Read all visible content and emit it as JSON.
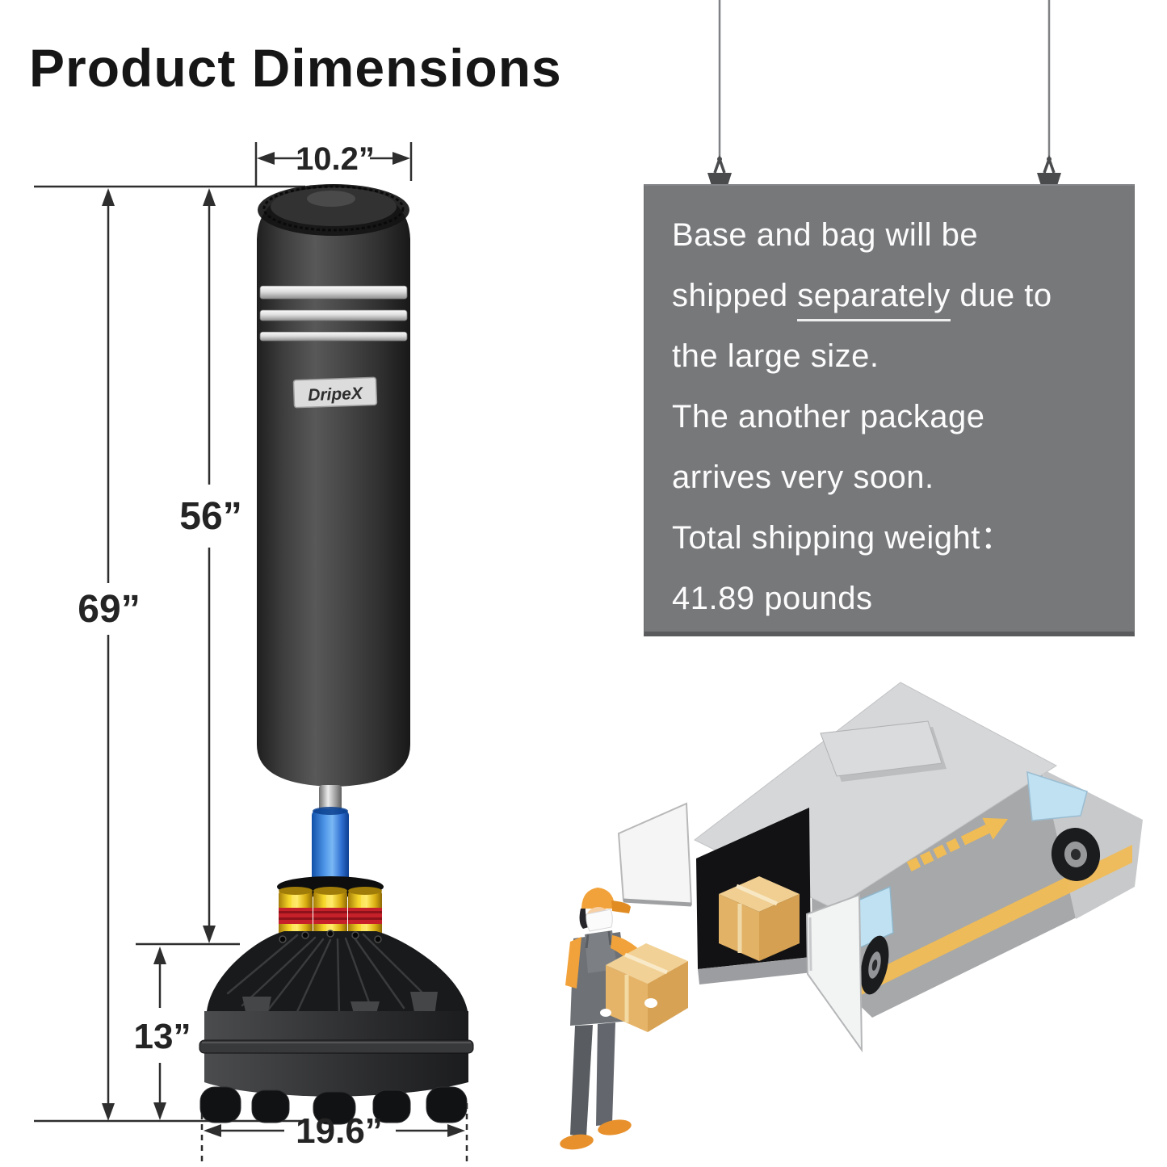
{
  "title": "Product Dimensions",
  "product": {
    "brand_label": "DripeX"
  },
  "dimensions": {
    "bag_width": "10.2”",
    "bag_height": "56”",
    "total_height": "69”",
    "base_height": "13”",
    "base_width": "19.6”"
  },
  "shipping_notice": {
    "lines": [
      [
        {
          "t": "Base and bag will be"
        }
      ],
      [
        {
          "t": "shipped "
        },
        {
          "t": "separately",
          "u": true
        },
        {
          "t": " due to"
        }
      ],
      [
        {
          "t": "the large size."
        }
      ],
      [
        {
          "t": "The another package"
        }
      ],
      [
        {
          "t": "arrives very soon."
        }
      ],
      [
        {
          "t": "Total shipping weight："
        }
      ],
      [
        {
          "t": "41.89 pounds"
        }
      ]
    ]
  },
  "colors": {
    "background": "#ffffff",
    "title_text": "#161616",
    "dimension_lines": "#2e2e2e",
    "sign_background": "#77787a",
    "sign_text": "#fcfcfd",
    "bag_body": "#3f3f3f",
    "bag_stripe_silver": "#d8d8d8",
    "tube_blue": "#4f97e8",
    "spring_gold": "#eec829",
    "spring_band_red": "#c6202a",
    "base_black": "#1a1a1c",
    "van_roof": "#d6d7d9",
    "van_side": "#a7a8aa",
    "van_yellow": "#f0bc55",
    "van_window_blue": "#bfe1f2",
    "cargo_box_tan": "#e2b266",
    "uniform_orange": "#f2a23a",
    "uniform_gray": "#6e7276"
  }
}
